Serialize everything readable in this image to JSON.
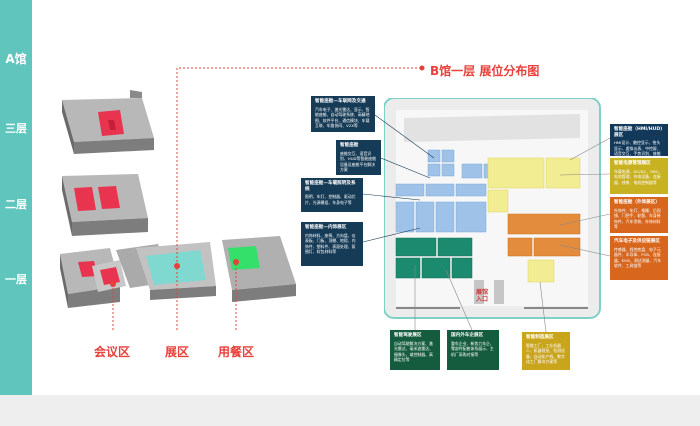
{
  "sidebar": {
    "hall": "A馆",
    "floors": [
      "三层",
      "二层",
      "一层"
    ]
  },
  "title": "B馆一层 展位分布图",
  "legend": {
    "meeting": "会议区",
    "exhibit": "展区",
    "dining": "用餐区"
  },
  "entrance": "展馆\n入口",
  "boxes": [
    {
      "id": "lt1",
      "title": "智能座舱—车联网及交通",
      "body": "汽车电子、激光雷达、显示、智能座舱、自动驾驶系统、高精地图、软件平台、通信模块、车载互联、车路协同、V2X等"
    },
    {
      "id": "lt2",
      "title": "智能座舱",
      "body": "座舱交互、语音识别、HUD等智能座舱设备及座舱平台解决方案"
    },
    {
      "id": "lt3",
      "title": "智能座舱—车载照明及系统",
      "body": "照明、车灯、控制器、驱动芯片、光源模组、车身电子等"
    },
    {
      "id": "lt4",
      "title": "智能座舱—内饰展区",
      "body": "内饰材料、座椅、方向盘、仪表板、门板、顶棚、地毯、内饰件、塑料件、表面处理、氛围灯、软包材料等"
    },
    {
      "id": "rt1",
      "title": "智能座舱（HMI/HUD)展区",
      "body": "HMI设计、触控显示、抬头显示、虚拟仪表、中控屏、语音交互、手势识别、座舱域控制器、芯片等"
    },
    {
      "id": "rt2",
      "title": "智能电源管理展区",
      "body": "车载电源、DC/DC、OBC、电池管理、充电设备、连接器、线束、电机控制器等"
    },
    {
      "id": "rt3",
      "title": "智能座舱（外饰展区）",
      "body": "外饰件、车灯、格栅、后视镜、门把手、轮毂、车身装饰件、汽车涂装、外饰材料等"
    },
    {
      "id": "rt4",
      "title": "汽车电子及供应链展区",
      "body": "传感器、线控底盘、电子元器件、半导体、PCB、连接器、EMS、测试测量、汽车软件、工具链等"
    },
    {
      "id": "bt1",
      "title": "智能驾驶展区",
      "body": "自动驾驶解决方案、激光雷达、毫米波雷达、摄像头、域控制器、高精定位等"
    },
    {
      "id": "bt2",
      "title": "国内外车企展区",
      "body": "整车企业、新势力车企、零部件配套体系展示、主机厂采购对接等"
    },
    {
      "id": "bt3",
      "title": "智能制造展区",
      "body": "智能工厂、工业机器人、机器视觉、检测设备、自动化产线、数字化工厂解决方案等"
    }
  ]
}
